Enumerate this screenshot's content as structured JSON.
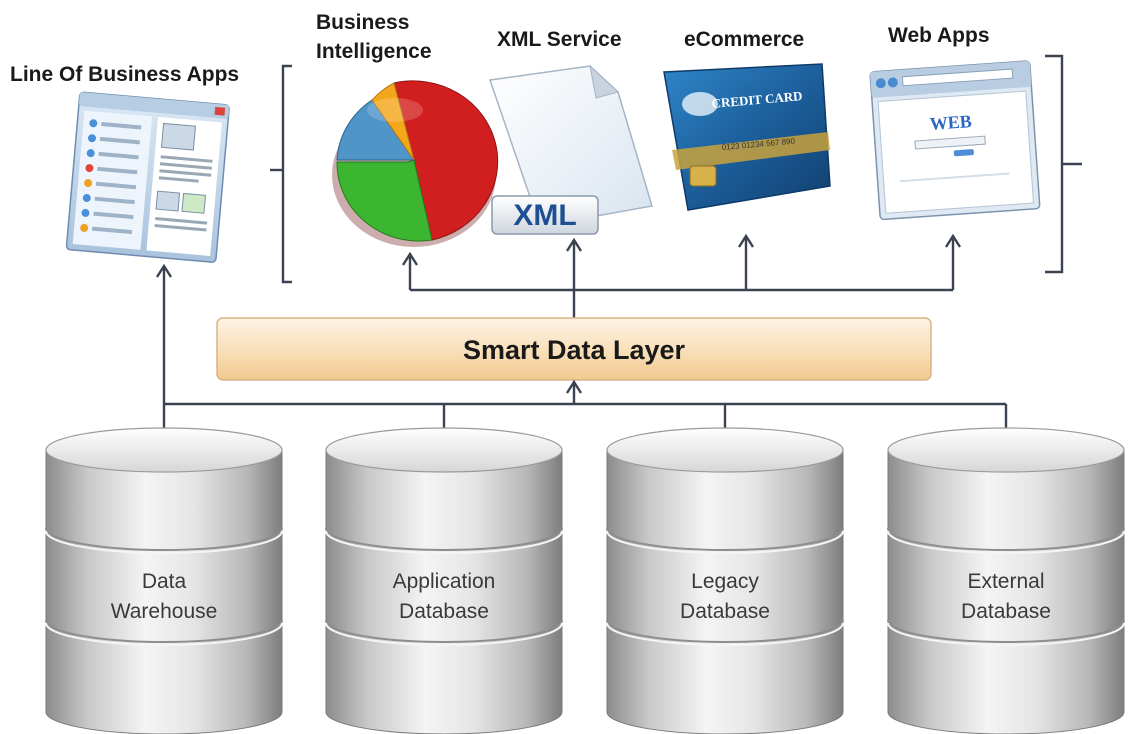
{
  "top_labels": {
    "line_of_business": "Line Of Business Apps",
    "bi_line1": "Business",
    "bi_line2": "Intelligence",
    "xml_service": "XML Service",
    "ecommerce": "eCommerce",
    "web_apps": "Web Apps"
  },
  "icon_text": {
    "xml_badge": "XML",
    "credit_card": "CREDIT CARD",
    "card_number": "0123  01234 567 890",
    "web_logo": "WEB"
  },
  "middle_layer": {
    "label": "Smart Data Layer"
  },
  "databases": [
    {
      "line1": "Data",
      "line2": "Warehouse"
    },
    {
      "line1": "Application",
      "line2": "Database"
    },
    {
      "line1": "Legacy",
      "line2": "Database"
    },
    {
      "line1": "External",
      "line2": "Database"
    }
  ],
  "colors": {
    "line": "#3b4252",
    "layer_fill_top": "#fdf2e2",
    "layer_fill_bottom": "#f3cf9c",
    "db_light": "#f2f2f2",
    "db_dark": "#8f8f8f",
    "pie_red": "#d11f1f",
    "pie_green": "#3cb531",
    "pie_blue": "#4f95c8",
    "pie_orange": "#f5a71c",
    "card_blue": "#1e6aa8"
  }
}
